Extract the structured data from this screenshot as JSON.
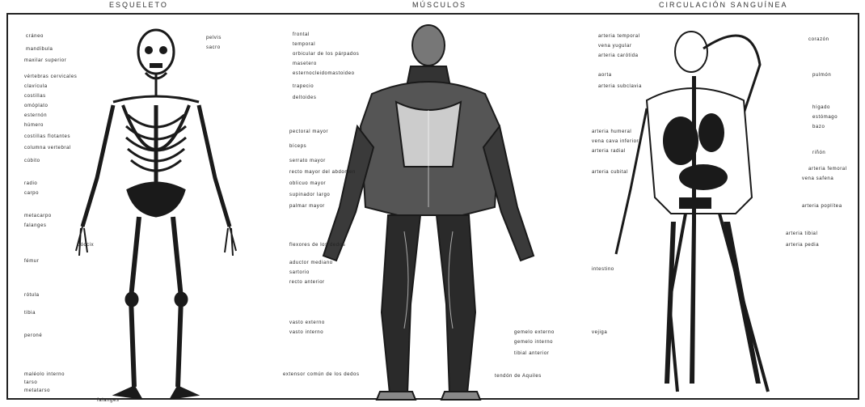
{
  "panels": [
    {
      "title": "ESQUELETO",
      "labels": [
        "cráneo",
        "mandíbula",
        "maxilar superior",
        "vértebras cervicales",
        "clavícula",
        "costillas",
        "omóplato",
        "esternón",
        "húmero",
        "costillas flotantes",
        "columna vertebral",
        "cúbito",
        "radio",
        "carpo",
        "metacarpo",
        "falanges",
        "fémur",
        "rótula",
        "tibia",
        "peroné",
        "maléolo interno",
        "tarso",
        "metatarso",
        "falanges",
        "pelvis",
        "sacro",
        "cóccix"
      ]
    },
    {
      "title": "MÚSCULOS",
      "labels": [
        "frontal",
        "temporal",
        "orbicular de los párpados",
        "masetero",
        "esternocleidomastoideo",
        "trapecio",
        "deltoides",
        "pectoral mayor",
        "bíceps",
        "serrato mayor",
        "recto mayor del abdomen",
        "oblicuo mayor",
        "supinador largo",
        "palmar mayor",
        "flexores de los dedos",
        "aductor mediano",
        "sartorio",
        "recto anterior",
        "vasto externo",
        "vasto interno",
        "gemelo externo",
        "gemelo interno",
        "tibial anterior",
        "extensor común de los dedos",
        "tendón de Aquiles"
      ]
    },
    {
      "title": "CIRCULACIÓN SANGUÍNEA",
      "labels": [
        "arteria temporal",
        "vena yugular",
        "arteria carótida",
        "aorta",
        "arteria subclavia",
        "corazón",
        "pulmón",
        "hígado",
        "estómago",
        "bazo",
        "riñón",
        "arteria humeral",
        "vena cava inferior",
        "arteria radial",
        "arteria cubital",
        "arteria femoral",
        "vena safena",
        "arteria poplítea",
        "arteria tibial",
        "arteria pedia",
        "intestino",
        "vejiga"
      ]
    }
  ],
  "colors": {
    "ink": "#1a1a1a",
    "paper": "#ffffff",
    "frame": "#222222"
  }
}
